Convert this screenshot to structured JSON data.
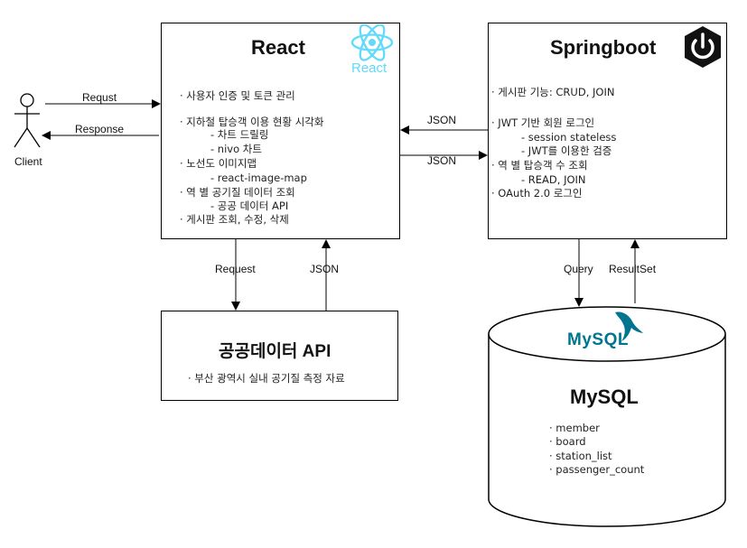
{
  "client": {
    "label": "Client"
  },
  "edges": {
    "request": "Requst",
    "response": "Response",
    "json_to_react": "JSON",
    "json_to_spring": "JSON",
    "request_api": "Request",
    "json_from_api": "JSON",
    "query": "Query",
    "resultset": "ResultSet"
  },
  "react": {
    "title": "React",
    "logo_text": "React",
    "items": [
      "· 사용자 인증 및 토큰 관리",
      "· 지하철 탑승객 이용 현황 시각화",
      "- 차트 드릴링",
      "- nivo 차트",
      "· 노선도 이미지맵",
      "- react-image-map",
      "· 역 별 공기질 데이터 조회",
      "- 공공 데이터 API",
      "· 게시판 조회, 수정, 삭제"
    ]
  },
  "spring": {
    "title": "Springboot",
    "items": [
      "· 게시판 기능: CRUD, JOIN",
      "· JWT 기반 회원 로그인",
      "- session stateless",
      "- JWT를 이용한 검증",
      "· 역 별 탑승객 수 조회",
      "- READ, JOIN",
      "· OAuth 2.0 로그인"
    ]
  },
  "api": {
    "title": "공공데이터 API",
    "items": [
      "· 부산 광역시 실내 공기질 측정 자료"
    ]
  },
  "mysql": {
    "title": "MySQL",
    "logo_text": "MySQL",
    "items": [
      "· member",
      "· board",
      "· station_list",
      "· passenger_count"
    ]
  },
  "colors": {
    "react": "#61dafb",
    "mysql_blue": "#00758f",
    "mysql_orange": "#f29111"
  }
}
